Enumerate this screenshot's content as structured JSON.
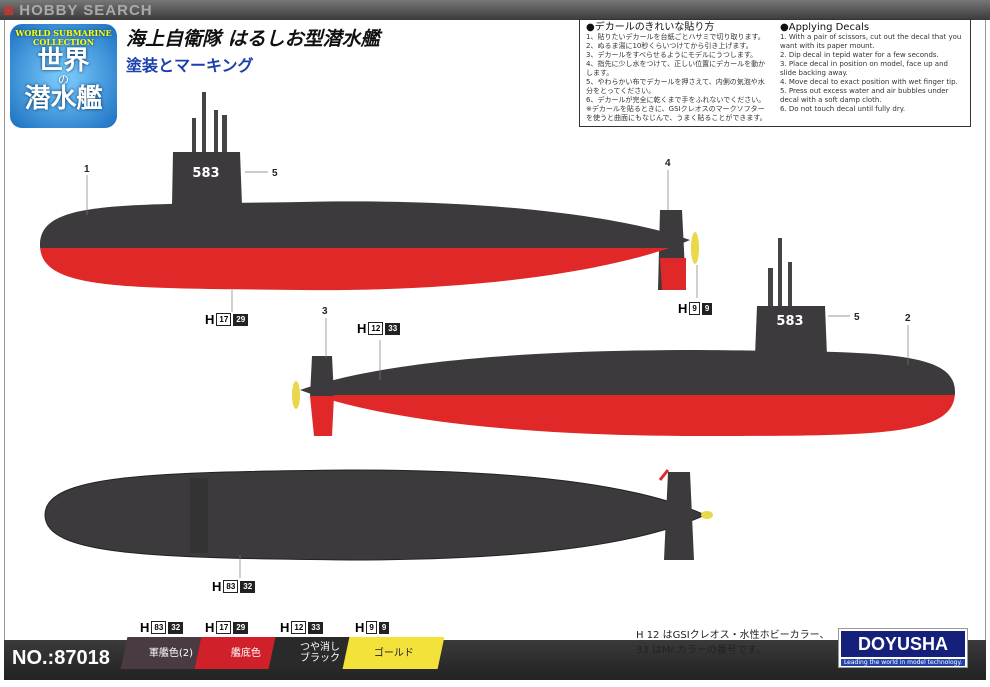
{
  "header": {
    "site_logo": "HOBBY SEARCH"
  },
  "series_logo": {
    "small": "WORLD SUBMARINE COLLECTION",
    "big1": "世界",
    "no": "の",
    "big2": "潜水艦"
  },
  "title": "海上自衛隊 はるしお型潜水艦",
  "subtitle": "塗装とマーキング",
  "decal_jp": {
    "heading": "●デカールのきれいな貼り方",
    "steps": [
      "1、貼りたいデカールを台紙ごとハサミで切り取ります。",
      "2、ぬるま湯に10秒くらいつけてから引き上げます。",
      "3、デカールをすべらせるようにモデルにうつします。",
      "4、指先に少し水をつけて、正しい位置にデカールを動かします。",
      "5、やわらかい布でデカールを押さえて、内側の気泡や水分をとってください。",
      "6、デカールが完全に乾くまで手をふれないでください。",
      "※デカールを貼るときに、GSIクレオスのマークソフターを使うと曲面にもなじんで、うまく貼ることができます。"
    ]
  },
  "decal_en": {
    "heading": "●Applying Decals",
    "steps": [
      "1. With a pair of scissors, cut out the decal that you want with its paper mount.",
      "2. Dip decal in tepid water for a few seconds.",
      "3. Place decal in position on model, face up and slide backing away.",
      "4. Move decal to exact position with wet finger tip.",
      "5. Press out excess water and air bubbles under decal with a soft damp cloth.",
      "6. Do not touch decal until fully dry."
    ]
  },
  "hull_number": "583",
  "callouts": [
    "1",
    "2",
    "3",
    "4",
    "5"
  ],
  "colors": [
    {
      "h": "H",
      "a": "83",
      "c": "32",
      "name": "軍艦色(2)",
      "hex": "#4a3a44"
    },
    {
      "h": "H",
      "a": "17",
      "c": "29",
      "name": "艦底色",
      "hex": "#d0202a"
    },
    {
      "h": "H",
      "a": "12",
      "c": "33",
      "name": "つや消し\nブラック",
      "hex": "#2a2a2a"
    },
    {
      "h": "H",
      "a": "9",
      "c": "9",
      "name": "ゴールド",
      "hex": "#f2e23a"
    }
  ],
  "hull_colors": {
    "upper": "#3d3a3d",
    "lower": "#e02828",
    "prop": "#e8d84a"
  },
  "part_no": "NO.:87018",
  "note": {
    "line1": "H 12 はGSIクレオス・水性ホビーカラー、",
    "line2": "33 はMr.カラーの番号です。"
  },
  "brand": {
    "name": "DOYUSHA",
    "tagline": "Leading the world in model technology."
  }
}
